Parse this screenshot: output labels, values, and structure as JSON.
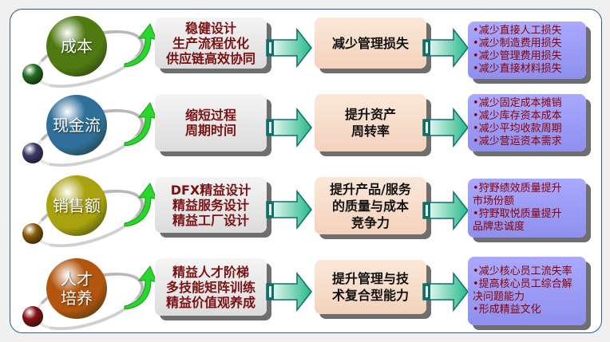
{
  "rows": [
    {
      "category": "成本",
      "sphere_color": "#4f7a12",
      "small_color": "#1f6e1f",
      "actions": [
        "稳健设计",
        "生产流程优化",
        "供应链高效协同"
      ],
      "outcome": [
        "减少管理损失"
      ],
      "results": [
        "•减少直接人工损失",
        "•减少制造费用损失",
        "•减少管理费用损失",
        "•减少直接材料损失"
      ]
    },
    {
      "category": "现金流",
      "sphere_color": "#2f6f9a",
      "small_color": "#3a3a6a",
      "actions": [
        "缩短过程",
        "周期时间"
      ],
      "outcome": [
        "提升资产",
        "周转率"
      ],
      "results": [
        "•减少固定成本摊销",
        "•减少库存资本成本",
        "•减少平均收款周期",
        "•减少营运资本需求"
      ]
    },
    {
      "category": "销售额",
      "sphere_color": "#a9a20f",
      "small_color": "#8a5a08",
      "actions": [
        "DFX精益设计",
        "精益服务设计",
        "精益工厂设计"
      ],
      "outcome": [
        "提升产品/服务",
        "的质量与成本",
        "竞争力"
      ],
      "results": [
        "•狩野绩效质量提升",
        " 市场份额",
        "•狩野取悦质量提升",
        " 品牌忠诚度"
      ]
    },
    {
      "category": "人才培养",
      "category_lines": [
        "人才",
        "培养"
      ],
      "sphere_color": "#b2560f",
      "small_color": "#8a1010",
      "actions": [
        "精益人才阶梯",
        "多技能矩阵训练",
        "精益价值观养成"
      ],
      "outcome": [
        "提升管理与技",
        "术复合型能力"
      ],
      "results": [
        "•减少核心员工流失率",
        "•提高核心员工综合解",
        " 决问题能力",
        "•形成精益文化"
      ]
    }
  ]
}
